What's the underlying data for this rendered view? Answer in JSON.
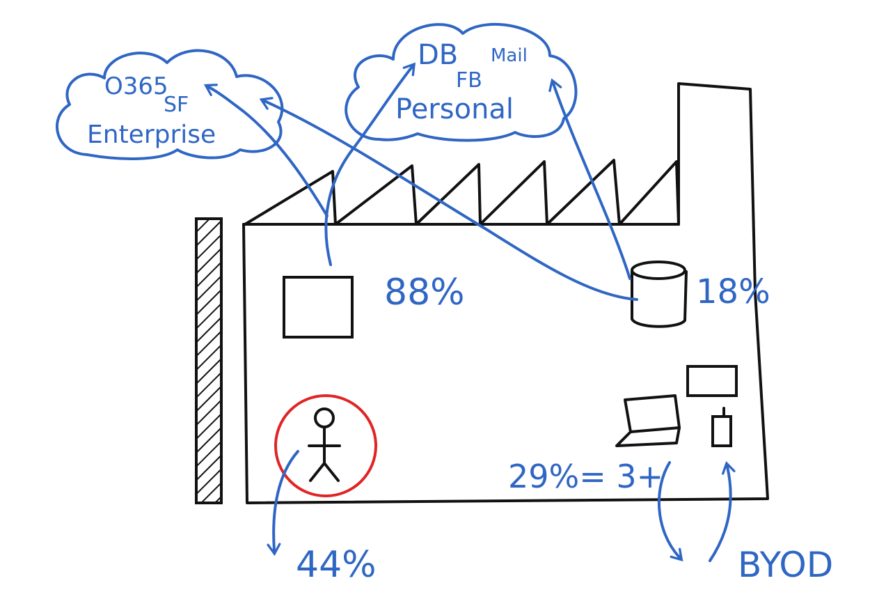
{
  "colors": {
    "ink": "#111111",
    "annotation": "#2f66c4",
    "highlight": "#e02424",
    "background": "#ffffff"
  },
  "clouds": {
    "enterprise": {
      "line1": "O365",
      "line2": "SF",
      "line3": "Enterprise"
    },
    "personal": {
      "line1": "DB",
      "line1b": "Mail",
      "line2": "FB",
      "line3": "Personal"
    }
  },
  "stats": {
    "on_premise_apps": "88%",
    "data_store": "18%",
    "devices": "29%= 3+",
    "people_leaving": "44%"
  },
  "labels": {
    "byod": "BYOD"
  },
  "icons": [
    "cloud-icon",
    "factory-icon",
    "window-icon",
    "database-icon",
    "laptop-icon",
    "monitor-icon",
    "phone-icon",
    "person-icon",
    "wall-icon",
    "arrow-icon"
  ]
}
